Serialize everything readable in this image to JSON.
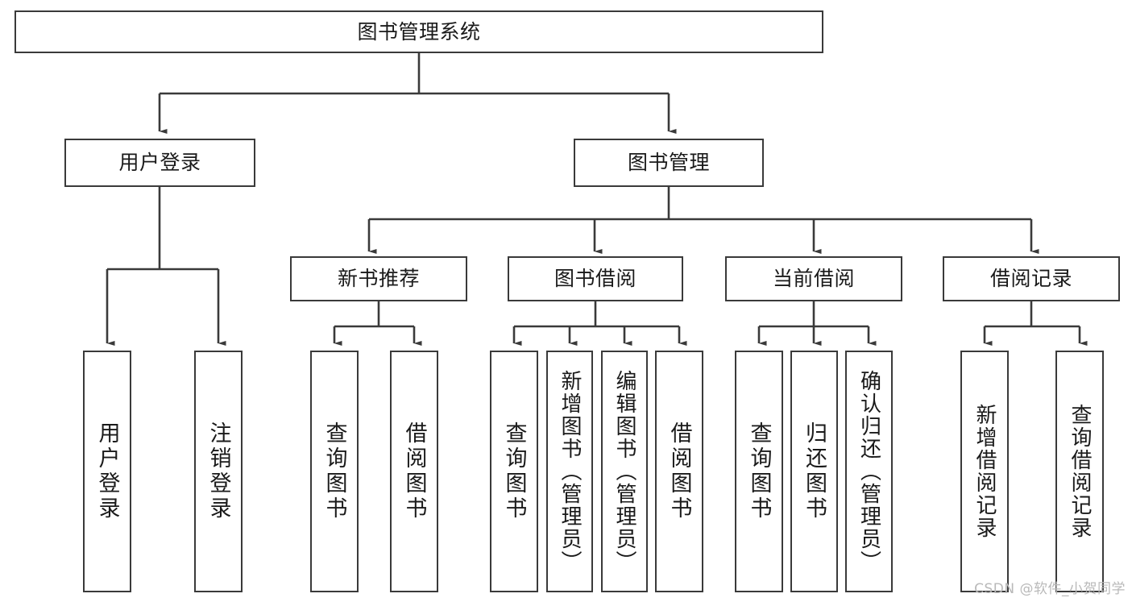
{
  "diagram": {
    "title": "图书管理系统",
    "type": "tree",
    "stroke_color": "#3a3a3a",
    "background_color": "#ffffff",
    "text_color": "#1a1a1a"
  },
  "nodes": {
    "root": {
      "label": "图书管理系统"
    },
    "level2": [
      {
        "label": "用户登录"
      },
      {
        "label": "图书管理"
      }
    ],
    "level3": [
      {
        "label": "新书推荐"
      },
      {
        "label": "图书借阅"
      },
      {
        "label": "当前借阅"
      },
      {
        "label": "借阅记录"
      }
    ],
    "leaves": {
      "user_login": [
        {
          "label": "用户登录"
        },
        {
          "label": "注销登录"
        }
      ],
      "new_book": [
        {
          "label": "查询图书"
        },
        {
          "label": "借阅图书"
        }
      ],
      "borrow_book": [
        {
          "label": "查询图书"
        },
        {
          "label": "新增图书（管理员）"
        },
        {
          "label": "编辑图书（管理员）"
        },
        {
          "label": "借阅图书"
        }
      ],
      "current_borrow": [
        {
          "label": "查询图书"
        },
        {
          "label": "归还图书"
        },
        {
          "label": "确认归还（管理员）"
        }
      ],
      "borrow_record": [
        {
          "label": "新增借阅记录"
        },
        {
          "label": "查询借阅记录"
        }
      ]
    }
  },
  "watermark": {
    "text": "CSDN @软件_小贺同学"
  }
}
